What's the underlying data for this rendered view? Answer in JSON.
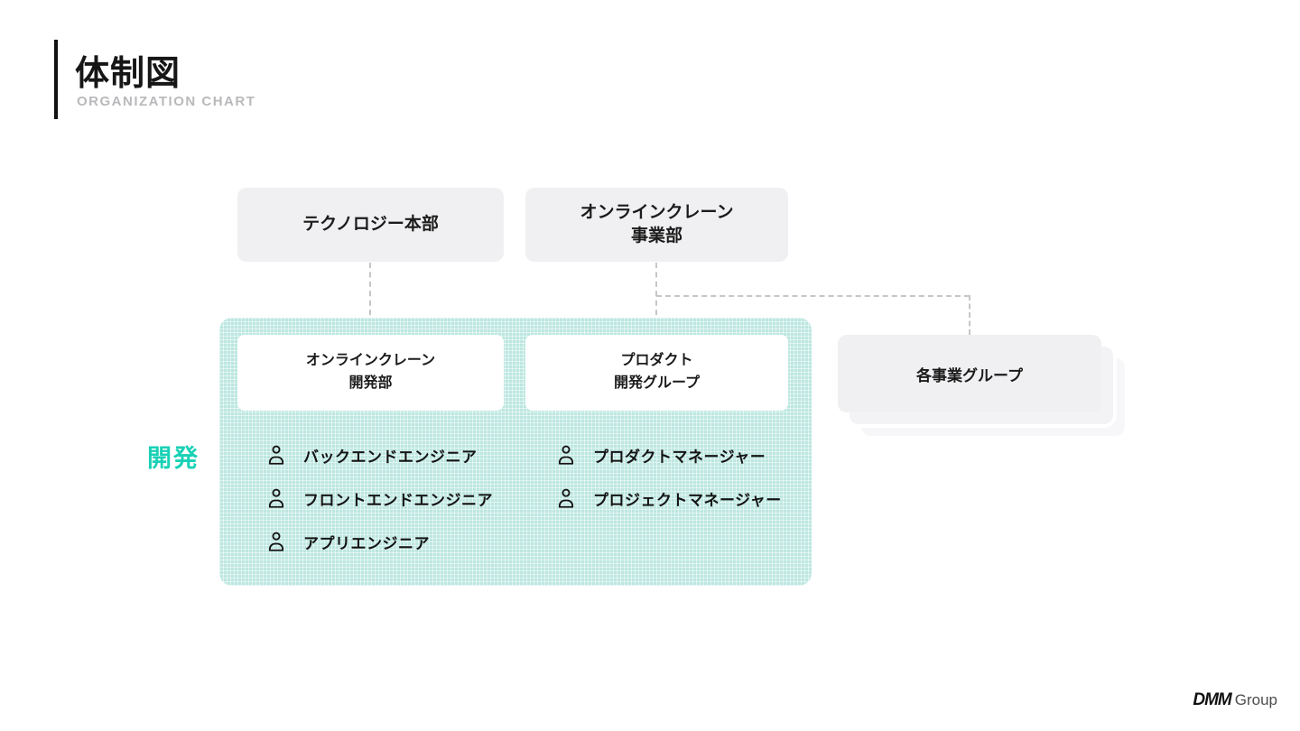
{
  "header": {
    "title": "体制図",
    "subtitle": "ORGANIZATION CHART"
  },
  "org": {
    "parents": [
      {
        "label": "テクノロジー本部"
      },
      {
        "label": "オンラインクレーン\n事業部"
      }
    ],
    "dev_area": {
      "label": "開発",
      "groups": [
        {
          "title": "オンラインクレーン\n開発部",
          "roles": [
            "バックエンドエンジニア",
            "フロントエンドエンジニア",
            "アプリエンジニア"
          ]
        },
        {
          "title": "プロダクト\n開発グループ",
          "roles": [
            "プロダクトマネージャー",
            "プロジェクトマネージャー"
          ]
        }
      ]
    },
    "business_groups": {
      "label": "各事業グループ"
    }
  },
  "footer": {
    "logo_dmm": "DMM",
    "logo_group": "Group"
  },
  "colors": {
    "accent_teal": "#19d1b6",
    "dev_panel_bg": "#bce7e0",
    "box_gray": "#f0f0f2",
    "connector": "#c6c6c6",
    "title_text": "#161616",
    "subtitle_text": "#b9b9bc"
  }
}
